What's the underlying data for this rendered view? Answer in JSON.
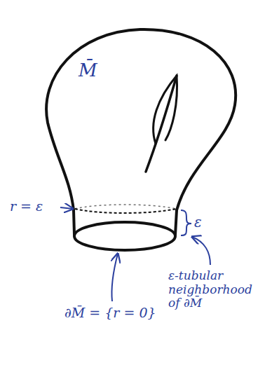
{
  "diagram": {
    "labels": [
      "M̄",
      "r = ε",
      "ε",
      "∂M̄ = {r = 0}",
      "ε-tubular neighborhood of ∂M̄"
    ]
  }
}
